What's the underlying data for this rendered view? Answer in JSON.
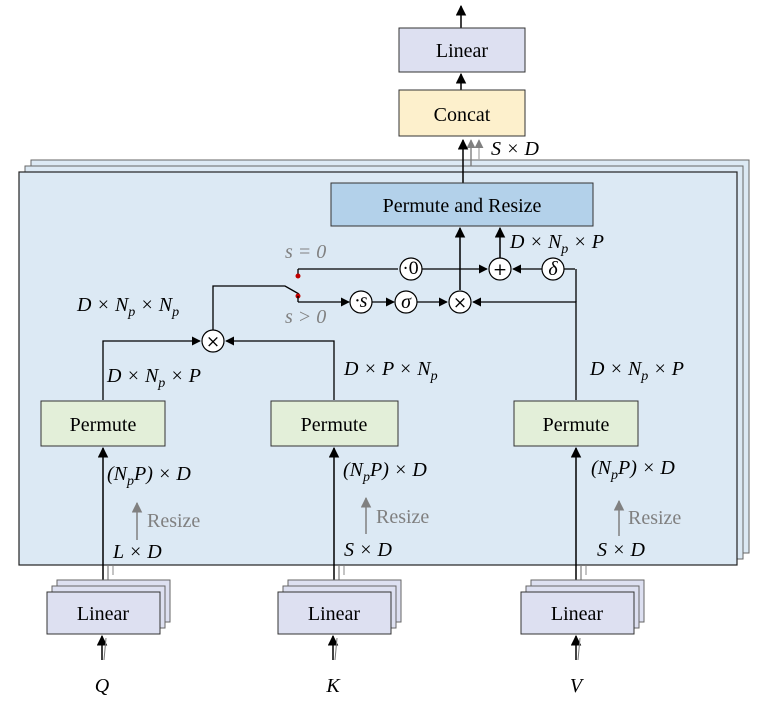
{
  "blocks": {
    "top_linear": "Linear",
    "concat": "Concat",
    "permute_resize": "Permute and Resize",
    "permute_q": "Permute",
    "permute_k": "Permute",
    "permute_v": "Permute",
    "linear_q": "Linear",
    "linear_k": "Linear",
    "linear_v": "Linear"
  },
  "inputs": {
    "q": "Q",
    "k": "K",
    "v": "V"
  },
  "labels": {
    "concat_out": "S × D",
    "pr_in": "D × N_p × P",
    "s_zero": "s = 0",
    "s_pos": "s > 0",
    "attn_map": "D × N_p × N_p",
    "q_perm_out": "D × N_p × P",
    "k_perm_out": "D × P × N_p",
    "v_perm_out": "D × N_p × P",
    "q_resized": "(N_p P) × D",
    "k_resized": "(N_p P) × D",
    "v_resized": "(N_p P) × D",
    "resize": "Resize",
    "q_in": "L × D",
    "k_in": "S × D",
    "v_in": "S × D"
  },
  "ops": {
    "multiply": "×",
    "add": "+",
    "scale_zero": "·0",
    "scale_s": "·s",
    "sigma": "σ",
    "delta": "δ"
  },
  "colors": {
    "panel": "#dce9f4",
    "linear": "#dde0f1",
    "concat": "#fdf0cc",
    "permute_resize": "#b3d1ea",
    "permute": "#e3efd9",
    "switch_dot": "#c00000",
    "resize_gray": "#808080"
  }
}
